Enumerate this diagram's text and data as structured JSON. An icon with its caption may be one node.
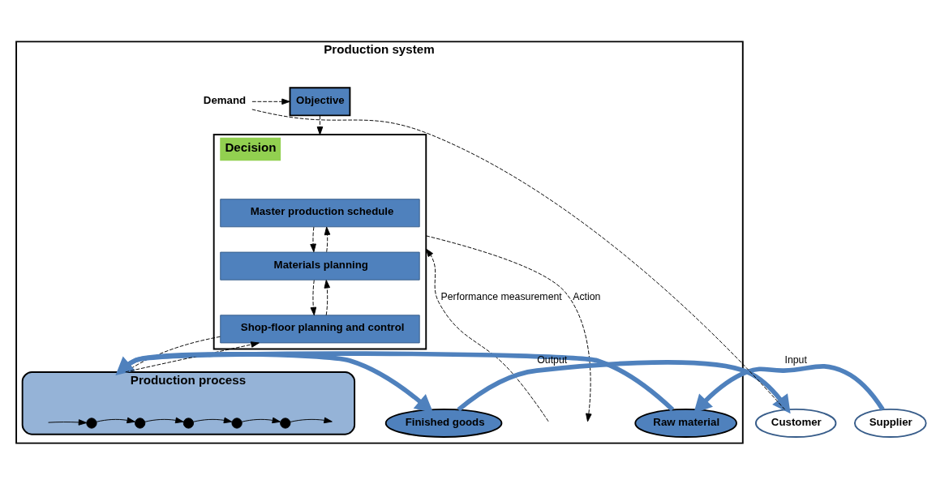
{
  "diagram": {
    "nodes": [
      {
        "text": [
          "Production system"
        ]
      },
      {
        "text": [
          "Objective"
        ],
        "in": 0
      },
      {
        "text": [
          "Demand"
        ],
        "in": 0
      },
      {
        "text": [
          "Decision"
        ],
        "in": 0
      },
      {
        "text": [
          "Master production schedule"
        ],
        "in": 3
      },
      {
        "text": [
          "Materials planning"
        ],
        "in": 3
      },
      {
        "text": [
          "Shop-floor planning and control"
        ],
        "in": 3
      },
      {
        "text": [
          "Supplier"
        ]
      },
      {
        "text": [
          "Raw material"
        ],
        "in": 0
      },
      {
        "text": [
          "Production process"
        ],
        "in": 0
      },
      {
        "text": [],
        "shape": "circle",
        "in": 9
      },
      {
        "text": [],
        "shape": "circle",
        "in": 9
      },
      {
        "text": [],
        "shape": "circle",
        "in": 9
      },
      {
        "text": [],
        "shape": "circle",
        "in": 9
      },
      {
        "text": [],
        "shape": "circle",
        "in": 9
      },
      {
        "text": [
          "Finished goods"
        ],
        "in": 0
      },
      {
        "text": [
          "Customer"
        ]
      }
    ],
    "edges": [
      {
        "from": 16,
        "to": 2,
        "arrow": "none",
        "style": "dashed"
      },
      {
        "from": 2,
        "to": 1,
        "arrow": "to",
        "style": "dashed"
      },
      {
        "from": 1,
        "to": 3,
        "arrow": "to",
        "style": "dashed"
      },
      {
        "from": 4,
        "to": 5,
        "arrow": "to",
        "style": "dashed"
      },
      {
        "from": 5,
        "to": 4,
        "arrow": "to",
        "style": "dashed"
      },
      {
        "from": 5,
        "to": 6,
        "arrow": "to",
        "style": "dashed"
      },
      {
        "from": 6,
        "to": 5,
        "arrow": "to",
        "style": "dashed"
      },
      {
        "from": 6,
        "to": 9,
        "arrow": "to",
        "style": "dashed"
      },
      {
        "from": 9,
        "to": 6,
        "arrow": "to",
        "style": "dashed"
      },
      {
        "from": 3,
        "to": null,
        "arrow": "to",
        "label": "Action",
        "style": "dashed"
      },
      {
        "from": null,
        "to": 3,
        "arrow": "to",
        "label": "Performance measurement",
        "style": "dashed"
      },
      {
        "from": 7,
        "to": 8,
        "arrow": "to",
        "label": "Input",
        "style": "thick",
        "color": "#4f81bd"
      },
      {
        "from": 8,
        "to": 9,
        "arrow": "to",
        "style": "thick",
        "color": "#4f81bd"
      },
      {
        "from": null,
        "to": 10,
        "arrow": "to"
      },
      {
        "from": 10,
        "to": 11,
        "arrow": "to"
      },
      {
        "from": 11,
        "to": 12,
        "arrow": "to"
      },
      {
        "from": 12,
        "to": 13,
        "arrow": "to"
      },
      {
        "from": 13,
        "to": 14,
        "arrow": "to"
      },
      {
        "from": 14,
        "to": null,
        "arrow": "to"
      },
      {
        "from": 9,
        "to": 15,
        "arrow": "to",
        "style": "thick",
        "color": "#4f81bd"
      },
      {
        "from": 15,
        "to": 16,
        "arrow": "to",
        "label": "Output",
        "style": "thick",
        "color": "#4f81bd"
      }
    ]
  }
}
